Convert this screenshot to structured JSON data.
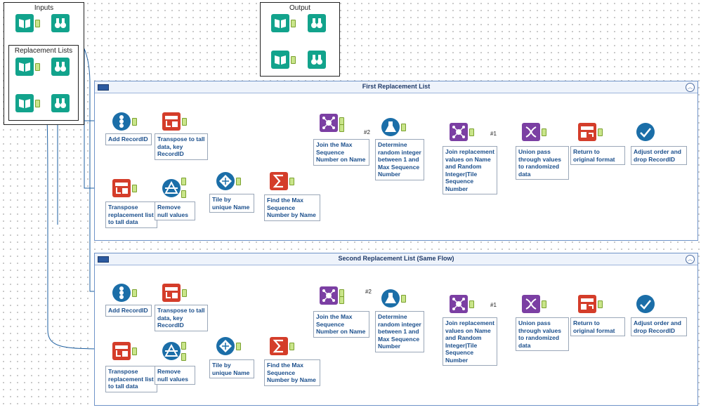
{
  "boxes": {
    "inputs": "Inputs",
    "replacement_lists": "Replacement Lists",
    "output": "Output"
  },
  "containers": {
    "first": "First Replacement List",
    "second": "Second Replacement List (Same Flow)"
  },
  "labels": {
    "add_recordid": "Add RecordID",
    "transpose_key": "Transpose to tall data, key RecordID",
    "transpose_repl": "Transpose replacement list to tall data",
    "remove_null": "Remove null values",
    "tile_unique": "Tile by unique Name",
    "find_max": "Find the Max Sequence Number by Name",
    "join_max": "Join the Max Sequence Number on Name",
    "determine_random": "Determine random integer between 1 and Max Sequence Number",
    "join_replacement": "Join replacement values on Name and Random Integer|Tile Sequence Number",
    "union_pass": "Union pass through values to randomized data",
    "return_original": "Return to original format",
    "adjust_order": "Adjust order and drop RecordID"
  },
  "tags": {
    "hash1": "#1",
    "hash2": "#2"
  },
  "colors": {
    "input": "#12a38c",
    "browse": "#12a38c",
    "prep": "#1b6ea8",
    "transform": "#d43d2a",
    "join": "#7b3fa3",
    "formula": "#1b6ea8",
    "wire": "#1e5fa0",
    "container": "#6f93c8"
  }
}
